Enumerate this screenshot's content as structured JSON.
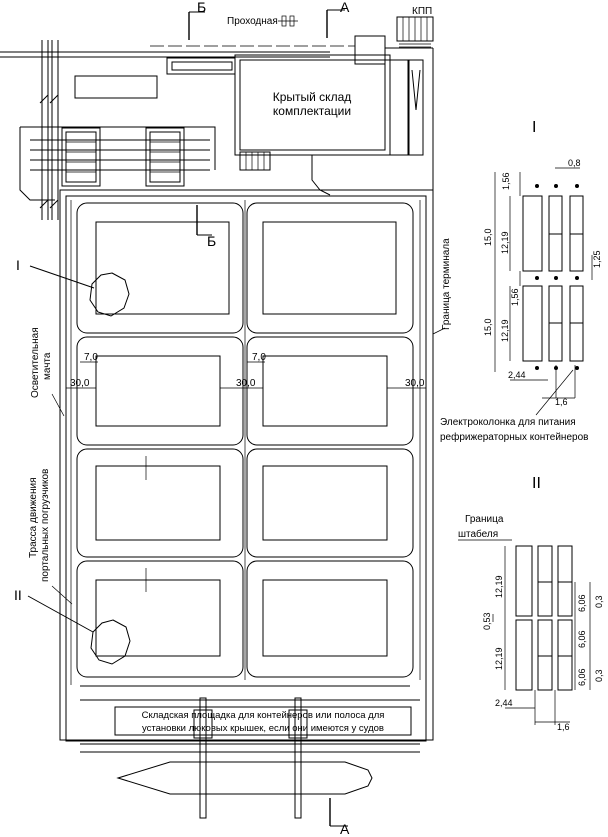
{
  "labels": {
    "section_b": "Б",
    "section_a": "А",
    "checkpoint": "Проходная",
    "kpp": "КПП",
    "warehouse_line1": "Крытый склад",
    "warehouse_line2": "комплектации",
    "terminal_boundary": "Граница терминала",
    "lighting_mast_line1": "Осветительная",
    "lighting_mast_line2": "мачта",
    "carrier_route_line1": "Трасса движения",
    "carrier_route_line2": "портальных погрузчиков",
    "storage_line1": "Складская площадка для контейнеров или полоса для",
    "storage_line2": "установки люковых крышек, если они имеются у судов",
    "detail_1": "I",
    "detail_2": "II",
    "power_line1": "Электроколонка для питания",
    "power_line2": "рефрижераторных контейнеров",
    "stack_boundary_line1": "Граница",
    "stack_boundary_line2": "штабеля"
  },
  "dims": {
    "d7a": "7,0",
    "d7b": "7,0",
    "d30a": "30,0",
    "d30b": "30,0",
    "d30c": "30,0",
    "d1_156a": "1,56",
    "d1_08": "0,8",
    "d1_150a": "15,0",
    "d1_1219a": "12,19",
    "d1_125": "1,25",
    "d1_156b": "1,56",
    "d1_150b": "15,0",
    "d1_1219b": "12,19",
    "d1_244": "2,44",
    "d1_16": "1,6",
    "d2_1219a": "12,19",
    "d2_606a": "6,06",
    "d2_03a": "0,3",
    "d2_053": "0,53",
    "d2_606b": "6,06",
    "d2_1219b": "12,19",
    "d2_606c": "6,06",
    "d2_03b": "0,3",
    "d2_244": "2,44",
    "d2_16": "1,6"
  }
}
